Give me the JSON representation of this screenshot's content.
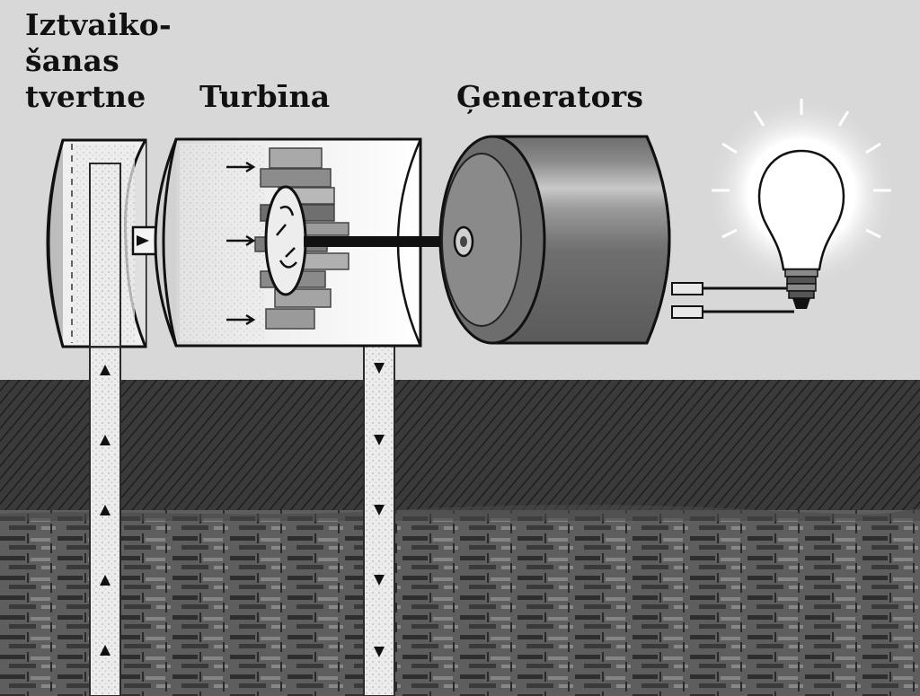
{
  "labels": {
    "tank_lines": [
      "Iztvaiko-",
      "šanas",
      "tvertne"
    ],
    "turbine": "Turbīna",
    "generator": "Ģenerators"
  },
  "icons": {
    "light_bulb": "light-bulb-icon",
    "flow_arrow": "flow-arrow-icon"
  },
  "colors": {
    "sky": "#d8d8d8",
    "topsoil": "#3a3a3a",
    "rock": "#5e5e5e",
    "generator_body": "#7a7a7a",
    "pipe": "#e8e8e8"
  }
}
